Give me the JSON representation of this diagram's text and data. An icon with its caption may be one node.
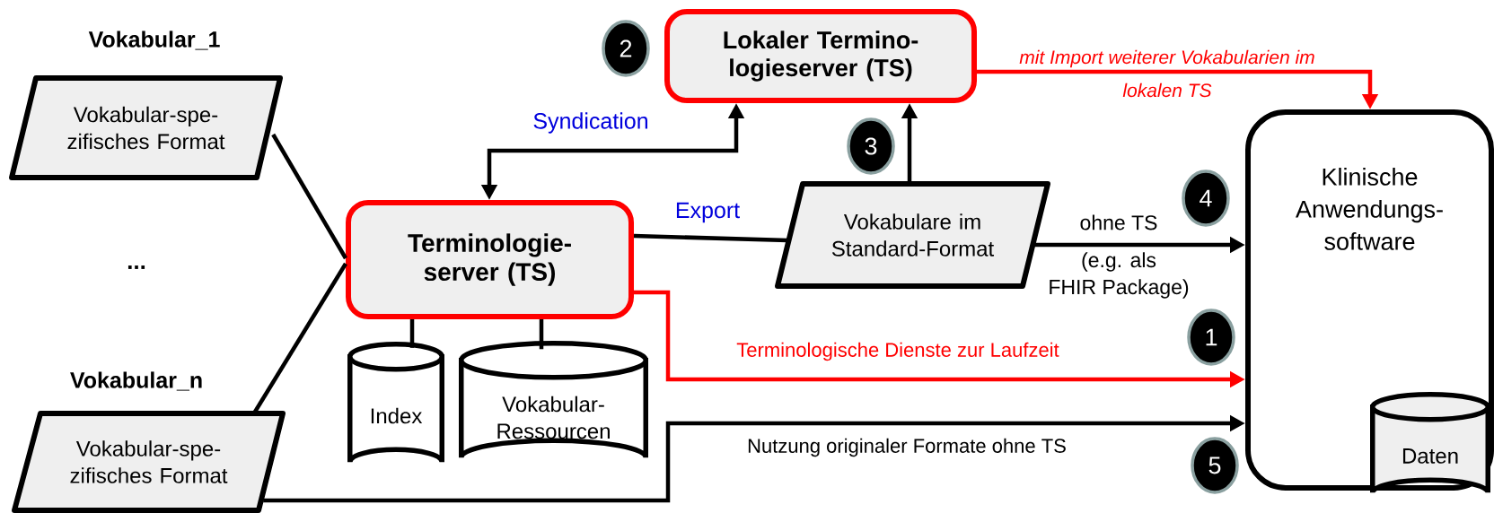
{
  "diagram": {
    "nodes": [
      {
        "text": [
          "Vokabular_1",
          "Vokabular-spe- zifisches Format"
        ]
      },
      {
        "text": [
          "Vokabular_n",
          "Vokabular-spe- zifisches Format"
        ]
      },
      {
        "text": [
          "Terminologie- server (TS)"
        ]
      },
      {
        "text": [
          "Index"
        ]
      },
      {
        "text": [
          "Vokabular- Ressourcen"
        ]
      },
      {
        "text": [
          "Lokaler Termino- logieserver (TS)"
        ]
      },
      {
        "text": [
          "Vokabulare im Standard-Format"
        ]
      },
      {
        "text": [
          "Klinische Anwendungs- software"
        ]
      },
      {
        "text": [
          "Daten"
        ],
        "in": 7
      }
    ],
    "edges": [
      {
        "from": 0,
        "to": 2,
        "arrow": "none"
      },
      {
        "from": 1,
        "to": 2,
        "arrow": "none"
      },
      {
        "from": 2,
        "to": 5,
        "arrow": "both",
        "label": "Syndication"
      },
      {
        "from": 2,
        "to": 6,
        "arrow": "none",
        "label": "Export"
      },
      {
        "from": 6,
        "to": 5,
        "arrow": "to"
      },
      {
        "from": 5,
        "to": 7,
        "arrow": "to",
        "label": "mit Import weiterer Vokabularien im lokalen TS",
        "color": "#ff0000"
      },
      {
        "from": 6,
        "to": 7,
        "arrow": "to",
        "label": "ohne TS"
      },
      {
        "from": 2,
        "to": 7,
        "arrow": "to",
        "label": "Terminologische Dienste zur Laufzeit",
        "color": "#ff0000"
      },
      {
        "from": 1,
        "to": 7,
        "arrow": "to",
        "label": "Nutzung originaler Formate ohne TS"
      },
      {
        "from": 2,
        "to": 3,
        "arrow": "none"
      },
      {
        "from": 2,
        "to": 4,
        "arrow": "none"
      }
    ],
    "labels": [
      "2",
      "3",
      "4",
      "...",
      "(e.g. als FHIR Package)",
      "1",
      "5"
    ]
  }
}
